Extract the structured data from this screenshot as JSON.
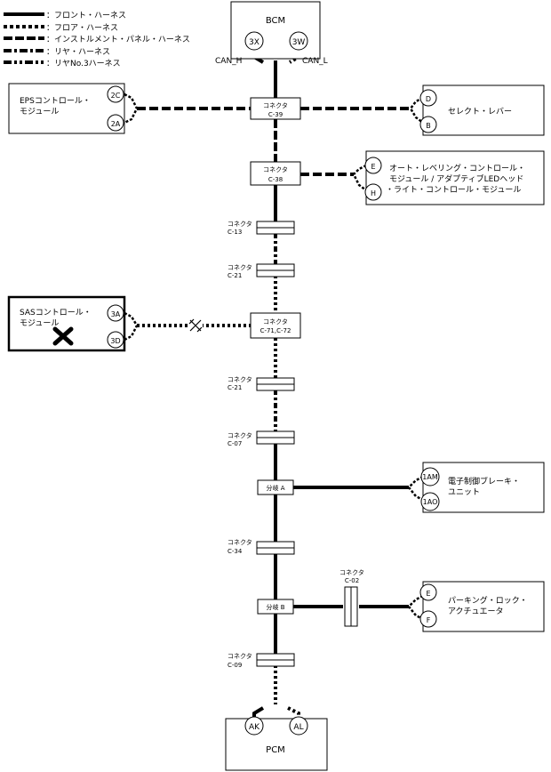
{
  "legend": [
    {
      "style": "front",
      "label": "：フロント・ハーネス"
    },
    {
      "style": "floor",
      "label": "：フロア・ハーネス"
    },
    {
      "style": "inst",
      "label": "：インストルメント・パネル・ハーネス"
    },
    {
      "style": "rear",
      "label": "：リヤ・ハーネス"
    },
    {
      "style": "rear3",
      "label": "：リヤNo.3ハーネス"
    }
  ],
  "bcm": {
    "name": "BCM",
    "pin_h": "3X",
    "pin_l": "3W",
    "can_h": "CAN_H",
    "can_l": "CAN_L"
  },
  "pcm": {
    "name": "PCM",
    "pin_1": "AK",
    "pin_2": "AL"
  },
  "eps": {
    "line1": "EPSコントロール・",
    "line2": "モジュール",
    "pin_1": "2C",
    "pin_2": "2A"
  },
  "sas": {
    "line1": "SASコントロール・",
    "line2": "モジュール",
    "pin_1": "3A",
    "pin_2": "3D"
  },
  "select": {
    "name": "セレクト・レバー",
    "pin_1": "D",
    "pin_2": "B"
  },
  "headlamp": {
    "line1": "オート・レベリング・コントロール・",
    "line2": "モジュール / アダプティブLEDヘッド",
    "line3": "・ライト・コントロール・モジュール",
    "pin_1": "E",
    "pin_2": "H"
  },
  "brake": {
    "line1": "電子制御ブレーキ・",
    "line2": "ユニット",
    "pin_1": "1AM",
    "pin_2": "1AO"
  },
  "parking": {
    "line1": "パーキング・ロック・",
    "line2": "アクチュエータ",
    "pin_1": "E",
    "pin_2": "F"
  },
  "connectors": {
    "c39": {
      "title": "コネクタ",
      "code": "C-39"
    },
    "c38": {
      "title": "コネクタ",
      "code": "C-38"
    },
    "c13": {
      "title": "コネクタ",
      "code": "C-13"
    },
    "c21a": {
      "title": "コネクタ",
      "code": "C-21"
    },
    "c71": {
      "title": "コネクタ",
      "code": "C-71,C-72"
    },
    "c21b": {
      "title": "コネクタ",
      "code": "C-21"
    },
    "c07": {
      "title": "コネクタ",
      "code": "C-07"
    },
    "c34": {
      "title": "コネクタ",
      "code": "C-34"
    },
    "c02": {
      "title": "コネクタ",
      "code": "C-02"
    },
    "c09": {
      "title": "コネクタ",
      "code": "C-09"
    }
  },
  "junctions": {
    "a": "分岐 A",
    "b": "分岐 B"
  },
  "colors": {
    "line": "#000000",
    "fault_mark": "#000000"
  }
}
